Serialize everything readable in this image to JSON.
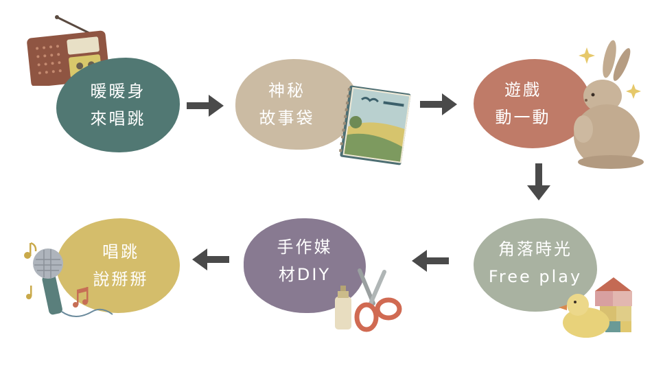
{
  "steps": [
    {
      "label": "暖暖身\n來唱跳",
      "color": "#517873",
      "icon": "radio-icon"
    },
    {
      "label": "神秘\n故事袋",
      "color": "#cbbba3",
      "icon": "storybook-icon"
    },
    {
      "label": "遊戲\n動一動",
      "color": "#bf7b68",
      "icon": "rabbit-icon"
    },
    {
      "label": "角落時光\nFree play",
      "color": "#a9b2a1",
      "icon": "duck-and-blocks-icon"
    },
    {
      "label": "手作媒\n材DIY",
      "color": "#887a91",
      "icon": "scissors-and-glue-icon"
    },
    {
      "label": "唱跳\n說掰掰",
      "color": "#d4bd6b",
      "icon": "microphone-icon"
    }
  ],
  "arrow_color": "#4a4a4a",
  "arrows": [
    {
      "direction": "right"
    },
    {
      "direction": "right"
    },
    {
      "direction": "down"
    },
    {
      "direction": "left"
    },
    {
      "direction": "left"
    }
  ]
}
